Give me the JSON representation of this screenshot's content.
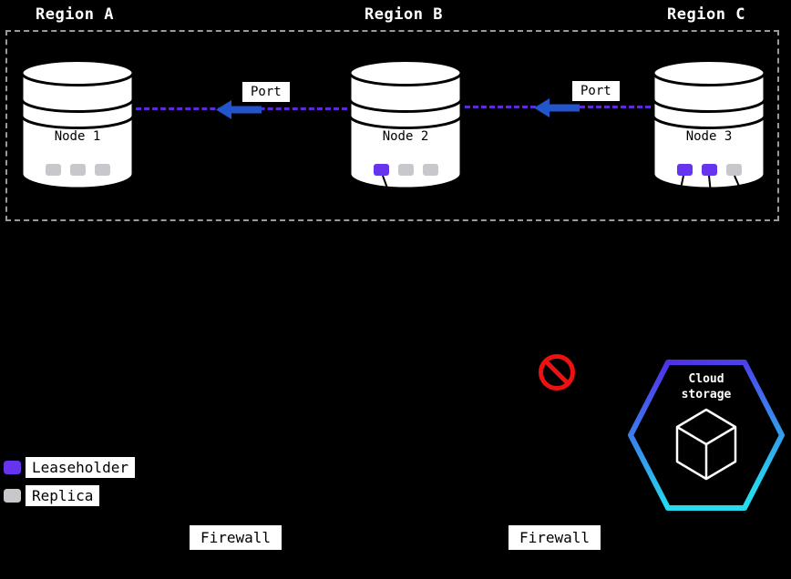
{
  "colors": {
    "bg": "#000000",
    "leaseholder": "#6633ee",
    "replica": "#c8c7cc",
    "dash": "#5f2ad8",
    "arrow": "#2255cc",
    "ban": "#ee1111",
    "hex1": "#5128e8",
    "hex2": "#25d9ef"
  },
  "regions": [
    {
      "label": "Region A"
    },
    {
      "label": "Region B"
    },
    {
      "label": "Region C"
    }
  ],
  "nodes": [
    {
      "label": "Node 1",
      "squares": [
        "replica",
        "replica",
        "replica"
      ]
    },
    {
      "label": "Node 2",
      "squares": [
        "leaseholder",
        "replica",
        "replica"
      ]
    },
    {
      "label": "Node 3",
      "squares": [
        "leaseholder",
        "leaseholder",
        "replica"
      ]
    }
  ],
  "ports": [
    {
      "label": "Port"
    },
    {
      "label": "Port"
    }
  ],
  "legend": {
    "leaseholder_label": "Leaseholder",
    "replica_label": "Replica"
  },
  "firewalls": [
    {
      "label": "Firewall"
    },
    {
      "label": "Firewall"
    }
  ],
  "cloud_storage": {
    "label": "Cloud storage"
  }
}
